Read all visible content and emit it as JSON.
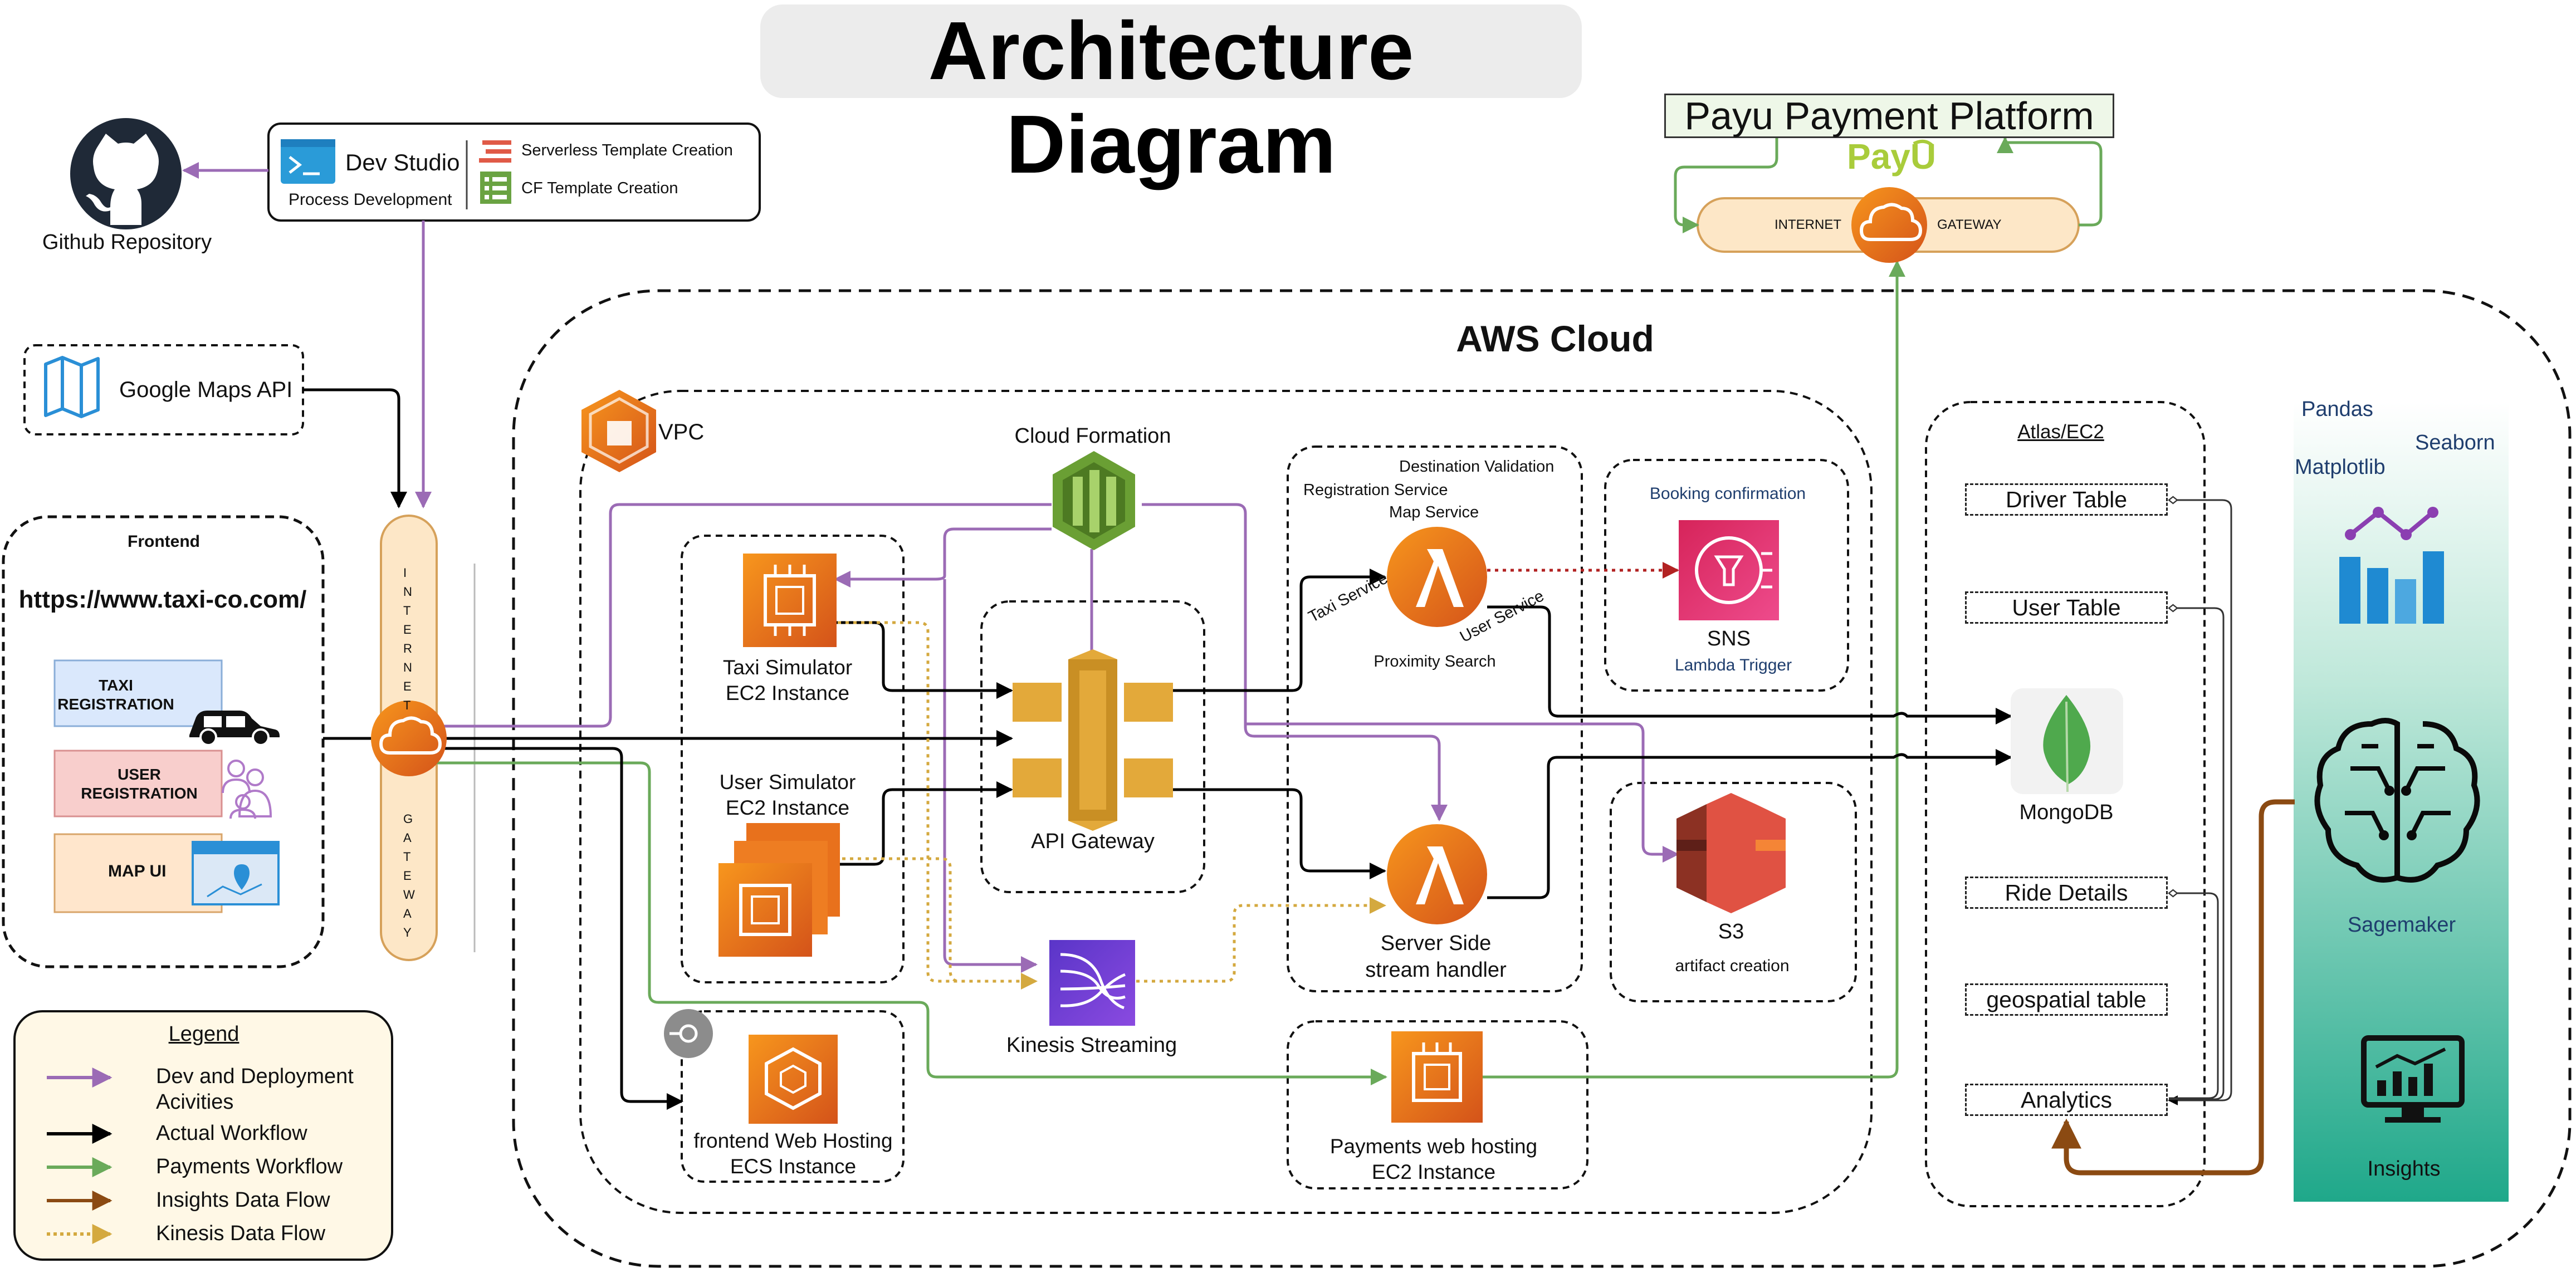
{
  "title": "Architecture Diagram",
  "payu": {
    "platform_label": "Payu Payment Platform",
    "logo_text": "PayU",
    "internet_label": "INTERNET",
    "gateway_label": "GATEWAY"
  },
  "github": {
    "label": "Github Repository"
  },
  "dev_studio": {
    "title": "Dev Studio",
    "subtitle": "Process Development",
    "items": [
      "Serverless Template Creation",
      "CF Template Creation"
    ]
  },
  "google_maps": {
    "label": "Google Maps API"
  },
  "frontend": {
    "title": "Frontend",
    "url": "https://www.taxi-co.com/",
    "taxi_registration": [
      "TAXI",
      "REGISTRATION"
    ],
    "user_registration": [
      "USER",
      "REGISTRATION"
    ],
    "map_ui": "MAP UI"
  },
  "internet_gateway": {
    "top_text": "INTERNET",
    "bottom_text": "GATEWAY"
  },
  "aws": {
    "title": "AWS Cloud",
    "vpc": "VPC",
    "cloud_formation": "Cloud Formation",
    "taxi_simulator": [
      "Taxi Simulator",
      "EC2 Instance"
    ],
    "user_simulator": [
      "User Simulator",
      "EC2 Instance"
    ],
    "api_gateway": "API Gateway",
    "kinesis": "Kinesis Streaming",
    "frontend_hosting": [
      "frontend Web Hosting",
      "ECS Instance"
    ],
    "payments_hosting": [
      "Payments web hosting",
      "EC2 Instance"
    ],
    "lambda_labels": {
      "destination_validation": "Destination Validation",
      "registration_service": "Registration Service",
      "map_service": "Map Service",
      "taxi_service": "Taxi Service",
      "user_service": "User Service",
      "proximity_search": "Proximity Search"
    },
    "server_side": [
      "Server Side",
      "stream handler"
    ],
    "booking": "Booking confirmation",
    "sns": "SNS",
    "lambda_trigger": "Lambda Trigger",
    "s3": "S3",
    "artifact": "artifact creation"
  },
  "atlas": {
    "title": "Atlas/EC2",
    "tables": [
      "Driver Table",
      "User Table",
      "Ride Details",
      "geospatial table",
      "Analytics"
    ],
    "mongodb": "MongoDB"
  },
  "analytics_panel": {
    "libs": [
      "Pandas",
      "Seaborn",
      "Matplotlib"
    ],
    "sagemaker": "Sagemaker",
    "insights": "Insights"
  },
  "legend": {
    "title": "Legend",
    "items": [
      {
        "label": "Dev and Deployment Acivities",
        "color": "#9b6bb5"
      },
      {
        "label": "Actual Workflow",
        "color": "#000000"
      },
      {
        "label": "Payments Workflow",
        "color": "#6aaa5a"
      },
      {
        "label": "Insights Data Flow",
        "color": "#8b4a12"
      },
      {
        "label": "Kinesis Data Flow",
        "color": "#d4a93f"
      }
    ]
  },
  "colors": {
    "dev": "#9b6bb5",
    "actual": "#000000",
    "payments": "#6aaa5a",
    "insights": "#8b4a12",
    "kinesis": "#d4a93f",
    "aws_orange": "#e8711c",
    "sagemaker_green": "#1fa88a"
  }
}
